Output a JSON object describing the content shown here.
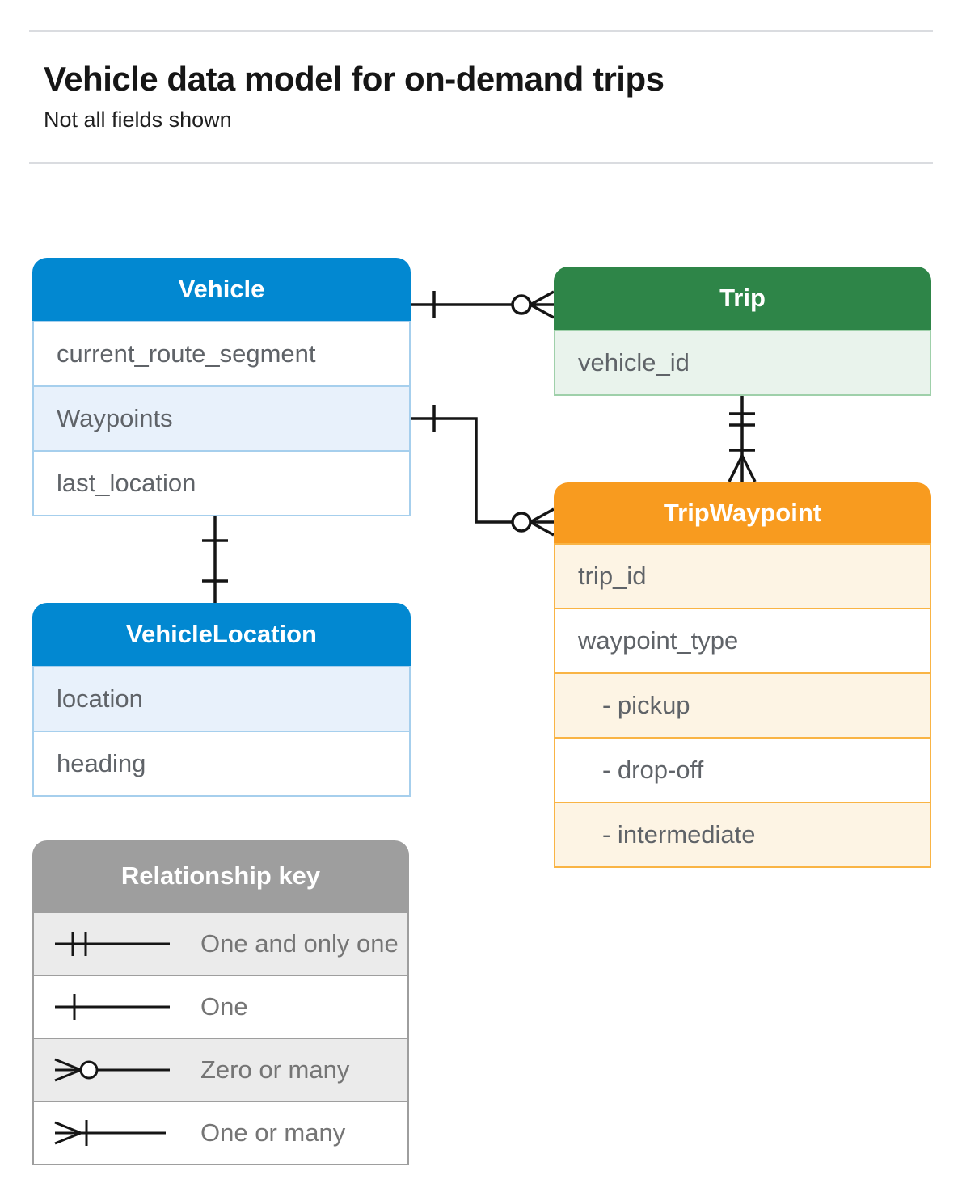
{
  "page": {
    "title": "Vehicle data model for on-demand trips",
    "subtitle": "Not all fields shown"
  },
  "colors": {
    "vehicle_header": "#0288d1",
    "vehicle_row_highlight": "#e8f1fb",
    "trip_header": "#2e8548",
    "trip_row_highlight": "#e9f3ec",
    "tripwaypoint_header": "#f89b1f",
    "tripwaypoint_row_highlight": "#fdf4e4",
    "key_header": "#9e9e9e",
    "key_row_highlight": "#ebebeb",
    "field_text": "#5f6368",
    "connector_line": "#151515"
  },
  "entities": [
    {
      "title": "Vehicle",
      "fields": [
        {
          "label": "current_route_segment"
        },
        {
          "label": "Waypoints"
        },
        {
          "label": "last_location"
        }
      ]
    },
    {
      "title": "Trip",
      "fields": [
        {
          "label": "vehicle_id"
        }
      ]
    },
    {
      "title": "TripWaypoint",
      "fields": [
        {
          "label": "trip_id"
        },
        {
          "label": "waypoint_type"
        },
        {
          "label": "- pickup"
        },
        {
          "label": "- drop-off"
        },
        {
          "label": "- intermediate"
        }
      ]
    },
    {
      "title": "VehicleLocation",
      "fields": [
        {
          "label": "location"
        },
        {
          "label": "heading"
        }
      ]
    }
  ],
  "relationships": [
    {
      "from": "Vehicle",
      "to": "Trip",
      "from_end": "one",
      "to_end": "zero-or-many"
    },
    {
      "from": "Vehicle.Waypoints",
      "to": "TripWaypoint",
      "from_end": "one",
      "to_end": "zero-or-many"
    },
    {
      "from": "Trip",
      "to": "TripWaypoint",
      "from_end": "one-and-only-one",
      "to_end": "one-or-many"
    },
    {
      "from": "Vehicle",
      "to": "VehicleLocation",
      "from_end": "one",
      "to_end": "one"
    }
  ],
  "key": {
    "title": "Relationship key",
    "items": [
      {
        "symbol": "one-and-only-one",
        "label": "One and only one"
      },
      {
        "symbol": "one",
        "label": "One"
      },
      {
        "symbol": "zero-or-many",
        "label": "Zero or many"
      },
      {
        "symbol": "one-or-many",
        "label": "One or many"
      }
    ]
  }
}
